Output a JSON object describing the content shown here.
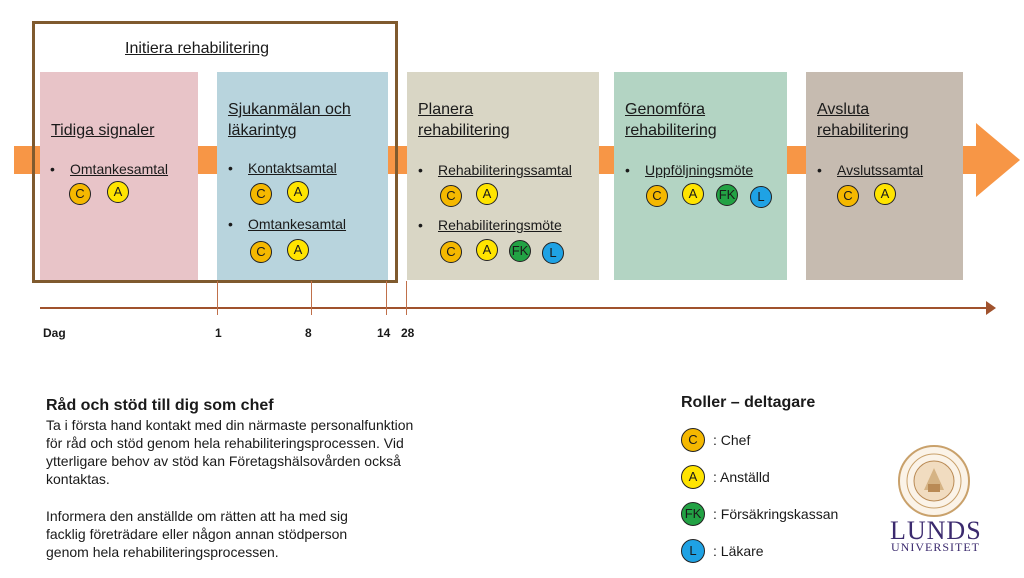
{
  "frame_title": "Initiera rehabilitering",
  "phases": [
    {
      "title": "Tidiga signaler",
      "bullets": [
        {
          "label": "Omtankesamtal",
          "roles": [
            "C",
            "A"
          ]
        }
      ]
    },
    {
      "title": "Sjukanmälan och läkarintyg",
      "bullets": [
        {
          "label": "Kontaktsamtal",
          "roles": [
            "C",
            "A"
          ]
        },
        {
          "label": "Omtankesamtal",
          "roles": [
            "C",
            "A"
          ]
        }
      ]
    },
    {
      "title": "Planera rehabilitering",
      "bullets": [
        {
          "label": "Rehabiliteringssamtal",
          "roles": [
            "C",
            "A"
          ]
        },
        {
          "label": "Rehabiliteringsmöte",
          "roles": [
            "C",
            "A",
            "FK",
            "L"
          ]
        }
      ]
    },
    {
      "title": "Genomföra rehabilitering",
      "bullets": [
        {
          "label": "Uppföljningsmöte",
          "roles": [
            "C",
            "A",
            "FK",
            "L"
          ]
        }
      ]
    },
    {
      "title": "Avsluta rehabilitering",
      "bullets": [
        {
          "label": "Avslutssamtal",
          "roles": [
            "C",
            "A"
          ]
        }
      ]
    }
  ],
  "timeline": {
    "labels": [
      "Dag",
      "1",
      "8",
      "14",
      "28"
    ]
  },
  "advice": {
    "heading": "Råd och stöd till dig som chef",
    "para1": "Ta i första hand kontakt med din närmaste personalfunktion för råd och stöd genom hela rehabiliteringsprocessen. Vid ytterligare behov av stöd kan Företagshälsovården också kontaktas.",
    "para2": "Informera den anställde om rätten att ha med sig facklig företrädare eller någon annan stödperson genom hela rehabiliteringsprocessen."
  },
  "legend": {
    "heading": "Roller – deltagare",
    "items": [
      {
        "code": "C",
        "label": ": Chef",
        "color": "#f5b800"
      },
      {
        "code": "A",
        "label": ": Anställd",
        "color": "#ffe400"
      },
      {
        "code": "FK",
        "label": ": Försäkringskassan",
        "color": "#22a244"
      },
      {
        "code": "L",
        "label": ": Läkare",
        "color": "#1fa2e4"
      }
    ]
  },
  "logo": {
    "line1": "LUNDS",
    "line2": "UNIVERSITET"
  },
  "colors": {
    "arrow": "#f79646",
    "box1": "#e8c4c8",
    "box2": "#b8d4dd",
    "box3": "#d9d6c5",
    "box4": "#b3d4c3",
    "box5": "#c6bbb0",
    "frame": "#7f5a2e"
  }
}
